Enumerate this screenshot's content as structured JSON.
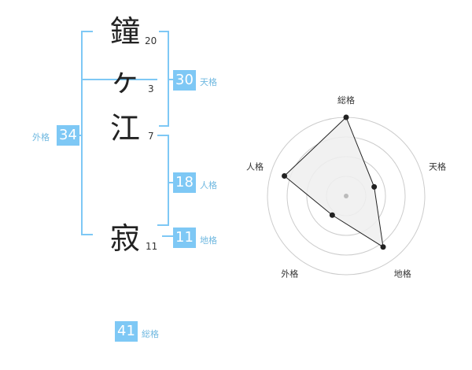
{
  "name": {
    "characters": [
      {
        "char": "鐘",
        "strokes": "20"
      },
      {
        "char": "ヶ",
        "strokes": "3"
      },
      {
        "char": "江",
        "strokes": "7"
      },
      {
        "char": "寂",
        "strokes": "11"
      }
    ]
  },
  "kaku": {
    "tenkaku": {
      "value": "30",
      "label": "天格"
    },
    "jinkaku": {
      "value": "18",
      "label": "人格"
    },
    "chikaku": {
      "value": "11",
      "label": "地格"
    },
    "gaikaku": {
      "value": "34",
      "label": "外格"
    },
    "soukaku": {
      "value": "41",
      "label": "総格"
    }
  },
  "chart_data": {
    "type": "radar",
    "axes": [
      "総格",
      "天格",
      "地格",
      "外格",
      "人格"
    ],
    "rings": 4,
    "max": 4,
    "values": [
      4,
      1.5,
      3.2,
      1.2,
      3.3
    ],
    "colors": {
      "fill": "#eeeeee",
      "line": "#222222",
      "ring": "#cccccc",
      "center": "#bbbbbb"
    }
  },
  "colors": {
    "bracket": "#7ec8f5",
    "badge": "#7ec8f5",
    "label": "#6fb8e0"
  }
}
